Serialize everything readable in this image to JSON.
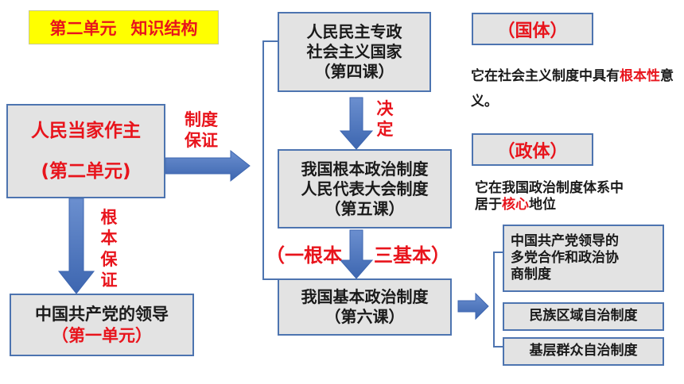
{
  "title": {
    "line1": "第二单元",
    "line2": "知识结构"
  },
  "left": {
    "main": {
      "line1": "人民当家作主",
      "line2": "(第二单元)"
    },
    "bottom": {
      "line1": "中国共产党的领导",
      "line2": "（第一单元）"
    },
    "guarantee_label": [
      "制度",
      "保证"
    ],
    "fundamental_label": [
      "根",
      "本",
      "保",
      "证"
    ]
  },
  "center": {
    "box1": {
      "line1": "人民民主专政",
      "line2": "社会主义国家",
      "line3": "（第四课）"
    },
    "decides_label": [
      "决",
      "定"
    ],
    "box2": {
      "line1": "我国根本政治制度",
      "line2": "人民代表大会制度",
      "line3": "（第五课）"
    },
    "one_fundamental": "（一根本",
    "three_basic": "三基本）",
    "box3": {
      "line1": "我国基本政治制度",
      "line2": "（第六课）"
    }
  },
  "right": {
    "guoti": "（国体）",
    "guoti_desc": {
      "before": "它在社会主义制度中具有",
      "highlight": "根本性",
      "after": "意义。"
    },
    "zhengti": "（政体）",
    "zhengti_desc": {
      "line1": "它在我国政治制度体系中",
      "before": "居于",
      "highlight": "核心",
      "after": "地位"
    },
    "systems": [
      [
        "中国共产党领导的",
        "多党合作和政治协",
        "商制度"
      ],
      [
        "民族区域自治制度"
      ],
      [
        "基层群众自治制度"
      ]
    ]
  },
  "colors": {
    "red": "#e8141c",
    "blue": "#4d74b0",
    "yellow": "#ffff00",
    "gray": "#e3e3e3"
  }
}
